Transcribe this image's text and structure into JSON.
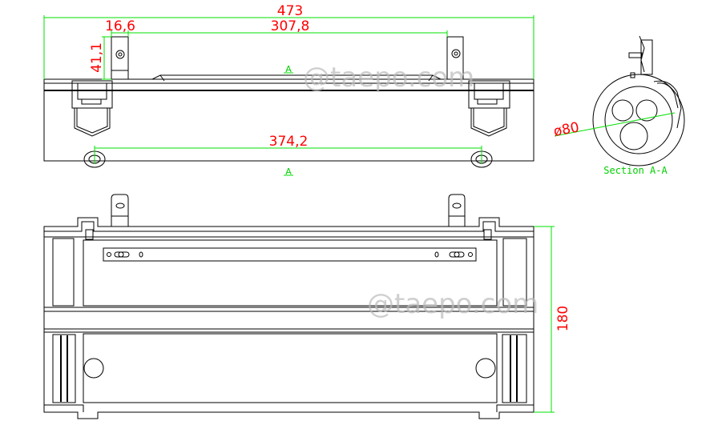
{
  "dimensions": {
    "overall_length": "473",
    "bracket_width": "16,6",
    "bracket_spacing": "307,8",
    "bracket_height": "41,1",
    "hole_spacing": "374,2",
    "diameter": "ø80",
    "overall_width": "180"
  },
  "section": {
    "mark_top": "A",
    "mark_bottom": "A",
    "label": "Section A-A"
  },
  "watermark": "@taepo.com",
  "colors": {
    "dimension_text": "#ff0000",
    "dimension_line": "#00e000",
    "outline": "#000000"
  }
}
